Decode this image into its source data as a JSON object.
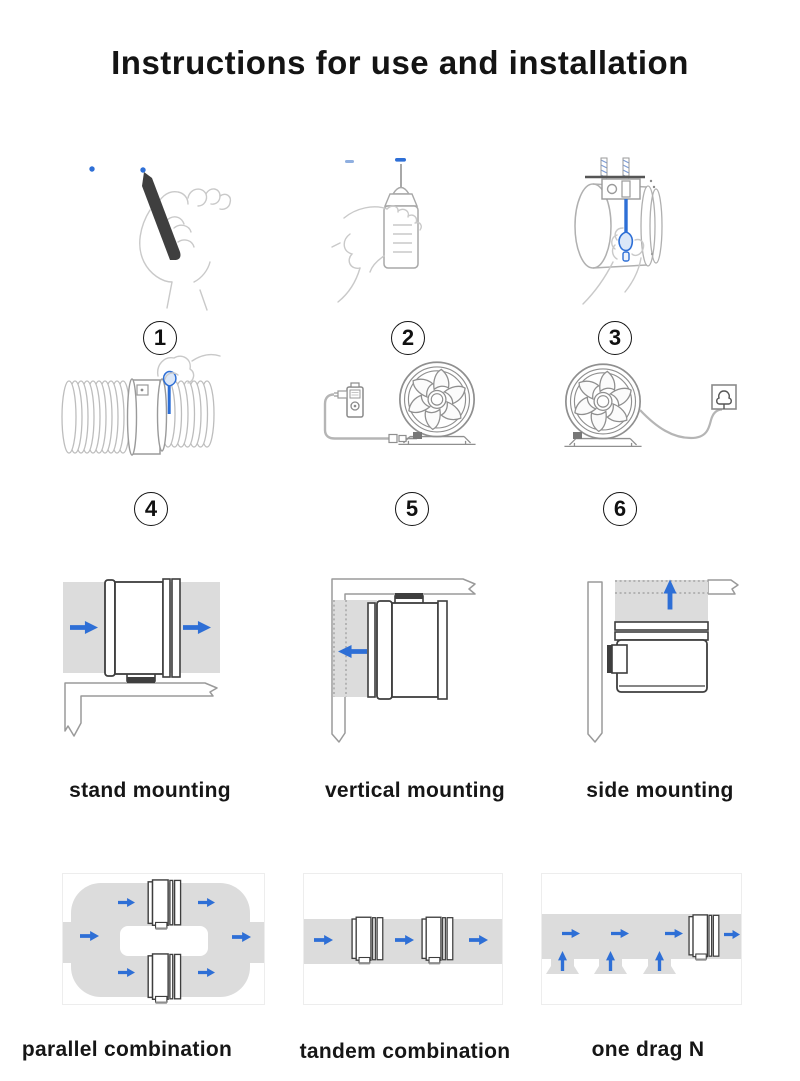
{
  "page": {
    "title": "Instructions for use and installation"
  },
  "steps": [
    {
      "number": "1",
      "icon": "marking-pen-icon"
    },
    {
      "number": "2",
      "icon": "glue-bottle-icon"
    },
    {
      "number": "3",
      "icon": "screwdriver-bracket-icon"
    },
    {
      "number": "4",
      "icon": "flexible-duct-clamp-icon"
    },
    {
      "number": "5",
      "icon": "fan-speed-controller-icon"
    },
    {
      "number": "6",
      "icon": "fan-power-socket-icon"
    }
  ],
  "mounting": {
    "labels": [
      "stand mounting",
      "vertical mounting",
      "side mounting"
    ]
  },
  "combinations": {
    "labels": [
      "parallel combination",
      "tandem combination",
      "one drag N"
    ]
  },
  "colors": {
    "accent_blue": "#2e6fd6",
    "duct_gray": "#dcdcdc",
    "sketch_gray": "#b5b5b5",
    "outline_dark": "#3e3e3e"
  }
}
